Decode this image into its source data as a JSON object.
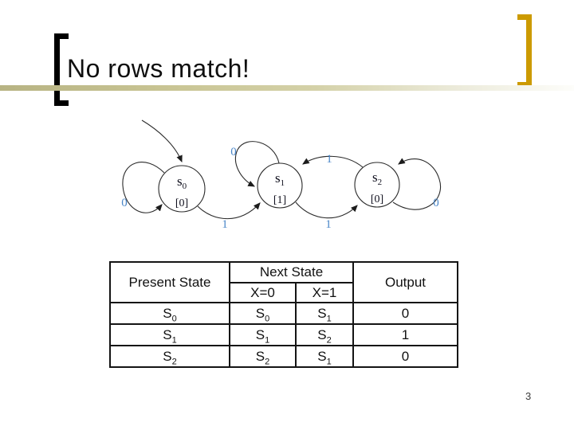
{
  "slide": {
    "title": "No rows match!",
    "page_number": "3"
  },
  "colors": {
    "bracket_left": "#000000",
    "bracket_right": "#CC9A00",
    "band_khaki": "#C8C493",
    "transition_label_blue": "#4A86C8",
    "text": "#111111"
  },
  "diagram": {
    "states": [
      {
        "base": "s",
        "sub": "0",
        "output": "[0]"
      },
      {
        "base": "s",
        "sub": "1",
        "output": "[1]"
      },
      {
        "base": "s",
        "sub": "2",
        "output": "[0]"
      }
    ],
    "transitions": {
      "s0_self": "0",
      "s0_to_s1": "1",
      "s1_self": "0",
      "s2_to_s1": "1",
      "s1_to_s2": "1",
      "s2_self": "0"
    }
  },
  "table": {
    "headers": {
      "present": "Present State",
      "next": "Next State",
      "x0": "X=0",
      "x1": "X=1",
      "output": "Output"
    },
    "rows": [
      {
        "present": {
          "base": "S",
          "sub": "0"
        },
        "x0": {
          "base": "S",
          "sub": "0"
        },
        "x1": {
          "base": "S",
          "sub": "1"
        },
        "output": "0"
      },
      {
        "present": {
          "base": "S",
          "sub": "1"
        },
        "x0": {
          "base": "S",
          "sub": "1"
        },
        "x1": {
          "base": "S",
          "sub": "2"
        },
        "output": "1"
      },
      {
        "present": {
          "base": "S",
          "sub": "2"
        },
        "x0": {
          "base": "S",
          "sub": "2"
        },
        "x1": {
          "base": "S",
          "sub": "1"
        },
        "output": "0"
      }
    ]
  }
}
